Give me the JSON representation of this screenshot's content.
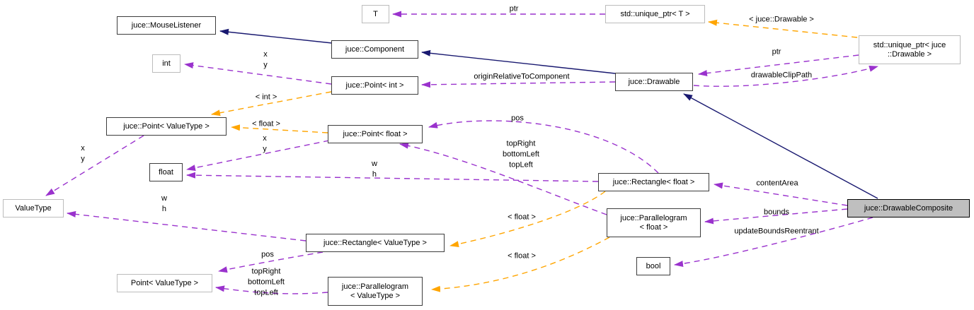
{
  "diagram": {
    "type": "collaboration-graph",
    "focus_class": "juce::DrawableComposite",
    "colors": {
      "inheritance_edge": "#191970",
      "usage_edge": "#9a32cd",
      "template_edge": "#ffa500",
      "node_fill": "#ffffff",
      "node_border": "#3d3d3d",
      "external_node_border": "#bcbcbc",
      "focus_node_fill": "#bfbfbf",
      "focus_node_border": "#000000",
      "text": "#000000"
    },
    "nodes": [
      {
        "id": "mouse-listener",
        "label": "juce::MouseListener",
        "style": "dark"
      },
      {
        "id": "component",
        "label": "juce::Component",
        "style": "dark"
      },
      {
        "id": "t",
        "label": "T",
        "style": "light"
      },
      {
        "id": "unique-ptr-t",
        "label": "std::unique_ptr< T >",
        "style": "light"
      },
      {
        "id": "unique-ptr-drawable",
        "lines": [
          "std::unique_ptr< juce",
          "::Drawable >"
        ],
        "style": "light"
      },
      {
        "id": "int",
        "label": "int",
        "style": "light"
      },
      {
        "id": "point-int",
        "label": "juce::Point< int >",
        "style": "dark"
      },
      {
        "id": "drawable",
        "label": "juce::Drawable",
        "style": "dark"
      },
      {
        "id": "point-valuetype",
        "label": "juce::Point< ValueType >",
        "style": "dark"
      },
      {
        "id": "point-float",
        "label": "juce::Point< float >",
        "style": "dark"
      },
      {
        "id": "float",
        "label": "float",
        "style": "dark"
      },
      {
        "id": "valuetype",
        "label": "ValueType",
        "style": "light"
      },
      {
        "id": "rectangle-float",
        "label": "juce::Rectangle< float >",
        "style": "dark"
      },
      {
        "id": "parallelogram-float",
        "lines": [
          "juce::Parallelogram",
          "< float >"
        ],
        "style": "dark"
      },
      {
        "id": "drawable-composite",
        "label": "juce::DrawableComposite",
        "style": "focus"
      },
      {
        "id": "bool",
        "label": "bool",
        "style": "dark"
      },
      {
        "id": "rectangle-valuetype",
        "label": "juce::Rectangle< ValueType >",
        "style": "dark"
      },
      {
        "id": "point-valuetype-plain",
        "label": "Point< ValueType >",
        "style": "light"
      },
      {
        "id": "parallelogram-valuetype",
        "lines": [
          "juce::Parallelogram",
          "< ValueType >"
        ],
        "style": "dark"
      }
    ],
    "edge_labels": [
      {
        "id": "ptr-t",
        "text": "ptr"
      },
      {
        "id": "juce-drawable-tmpl",
        "text": "< juce::Drawable >"
      },
      {
        "id": "ptr-drawable",
        "text": "ptr"
      },
      {
        "id": "drawable-clip-path",
        "text": "drawableClipPath"
      },
      {
        "id": "xy-int",
        "lines": [
          "x",
          "y"
        ]
      },
      {
        "id": "origin-relative",
        "text": "originRelativeToComponent"
      },
      {
        "id": "int-tmpl",
        "text": "< int >"
      },
      {
        "id": "float-tmpl",
        "text": "< float >"
      },
      {
        "id": "xy-float",
        "lines": [
          "x",
          "y"
        ]
      },
      {
        "id": "xy-valuetype",
        "lines": [
          "x",
          "y"
        ]
      },
      {
        "id": "wh-float",
        "lines": [
          "w",
          "h"
        ]
      },
      {
        "id": "pos-float",
        "text": "pos"
      },
      {
        "id": "corners-float",
        "lines": [
          "topRight",
          "bottomLeft",
          "topLeft"
        ]
      },
      {
        "id": "wh-valuetype",
        "lines": [
          "w",
          "h"
        ]
      },
      {
        "id": "content-area",
        "text": "contentArea"
      },
      {
        "id": "bounds",
        "text": "bounds"
      },
      {
        "id": "update-bounds",
        "text": "updateBoundsReentrant"
      },
      {
        "id": "float-tmpl-rect",
        "text": "< float >"
      },
      {
        "id": "float-tmpl-para",
        "text": "< float >"
      },
      {
        "id": "pos-valuetype",
        "text": "pos"
      },
      {
        "id": "corners-valuetype",
        "lines": [
          "topRight",
          "bottomLeft",
          "topLeft"
        ]
      }
    ]
  }
}
